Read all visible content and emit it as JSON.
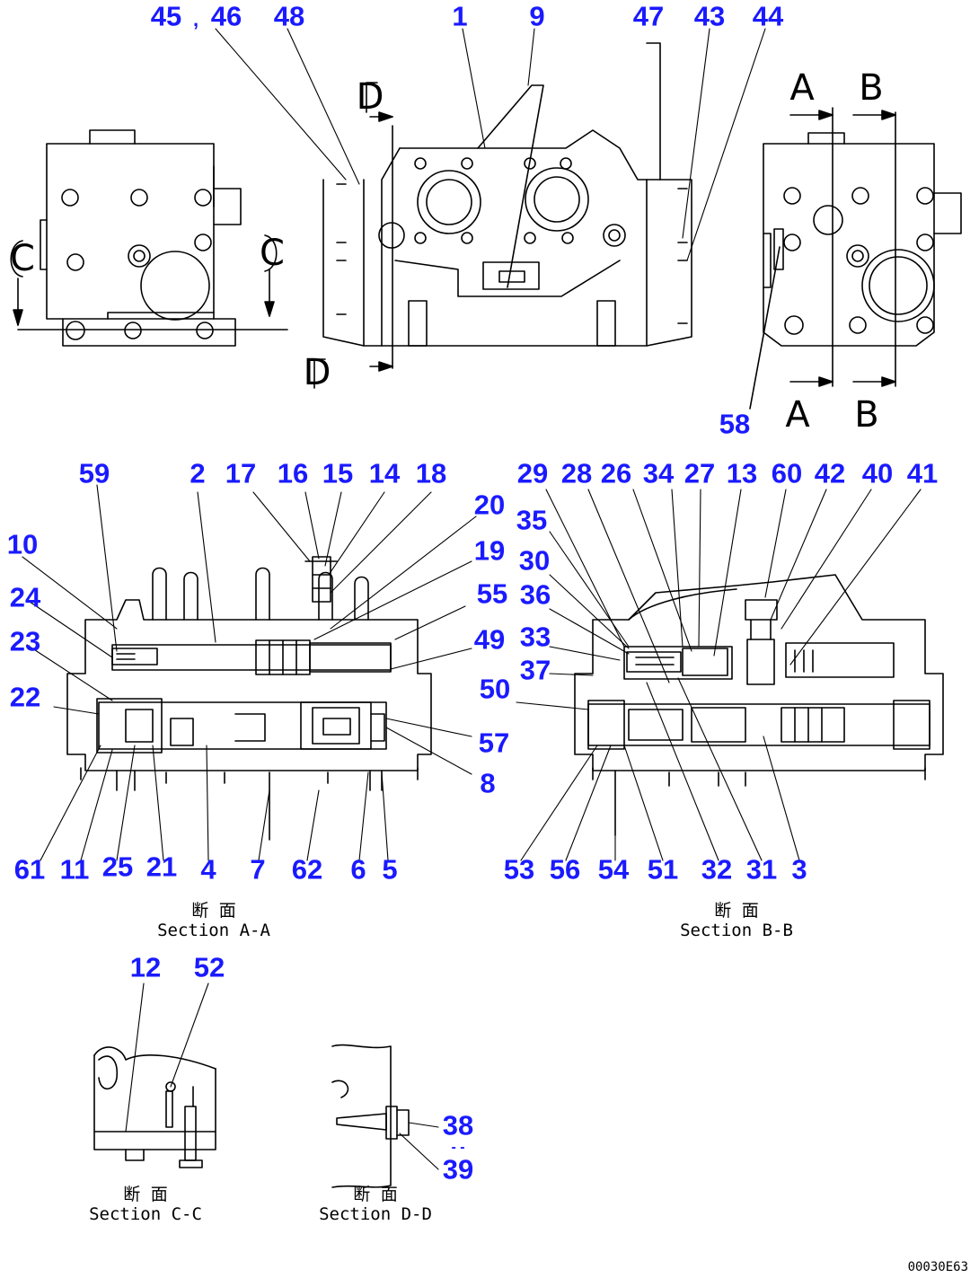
{
  "labels": [
    "45",
    "46",
    "48",
    "1",
    "9",
    "47",
    "43",
    "44",
    "58",
    "59",
    "2",
    "17",
    "16",
    "15",
    "14",
    "18",
    "20",
    "19",
    "55",
    "49",
    "10",
    "24",
    "23",
    "22",
    "57",
    "8",
    "61",
    "11",
    "25",
    "21",
    "4",
    "7",
    "62",
    "6",
    "5",
    "29",
    "28",
    "26",
    "34",
    "27",
    "13",
    "60",
    "42",
    "40",
    "41",
    "35",
    "30",
    "36",
    "33",
    "37",
    "50",
    "53",
    "56",
    "54",
    "51",
    "32",
    "31",
    "3",
    "12",
    "52",
    "38",
    "39"
  ],
  "section_marks": {
    "a_top": "A",
    "b_top": "B",
    "a_bottom": "A",
    "b_bottom": "B",
    "c_left": "C",
    "c_right": "C",
    "d_top": "D",
    "d_bottom": "D"
  },
  "captions": {
    "aa": {
      "jp": "断 面",
      "en": "Section A-A"
    },
    "bb": {
      "jp": "断 面",
      "en": "Section B-B"
    },
    "cc": {
      "jp": "断 面",
      "en": "Section C-C"
    },
    "dd": {
      "jp": "断 面",
      "en": "Section D-D"
    }
  },
  "drawing_code": "00030E63",
  "colors": {
    "label": "#1a1aff",
    "line": "#000000"
  }
}
